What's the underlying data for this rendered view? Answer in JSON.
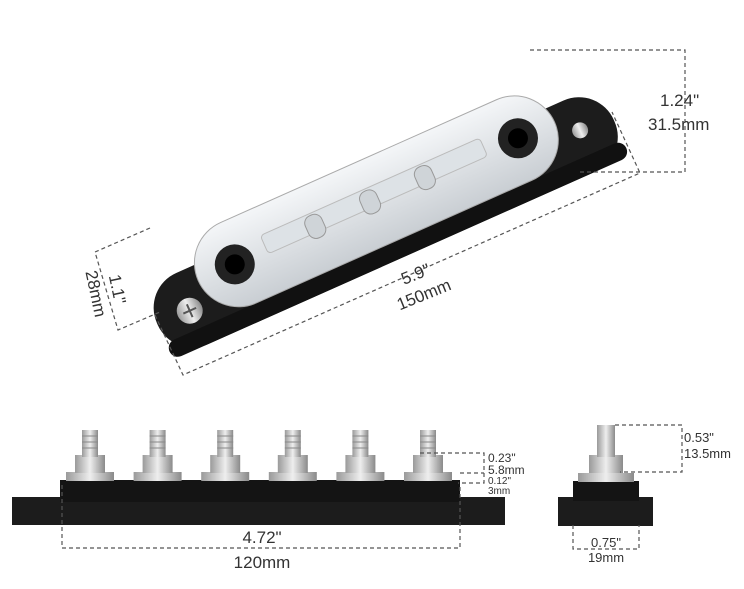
{
  "top_view": {
    "height_in": "1.24\"",
    "height_mm": "31.5mm",
    "length_in": "5.9\"",
    "length_mm": "150mm",
    "width_in": "1.1\"",
    "width_mm": "28mm"
  },
  "front_view": {
    "stud_count": 6,
    "stud_height_in": "0.23\"",
    "stud_height_mm": "5.8mm",
    "nut_height_in": "0.12\"",
    "nut_height_mm": "3mm",
    "span_in": "4.72\"",
    "span_mm": "120mm"
  },
  "side_view": {
    "stud_height_in": "0.53\"",
    "stud_height_mm": "13.5mm",
    "width_in": "0.75\"",
    "width_mm": "19mm"
  },
  "colors": {
    "base": "#1c1c1c",
    "metal": "#c8c8c8",
    "cover": "#e8ecef"
  }
}
